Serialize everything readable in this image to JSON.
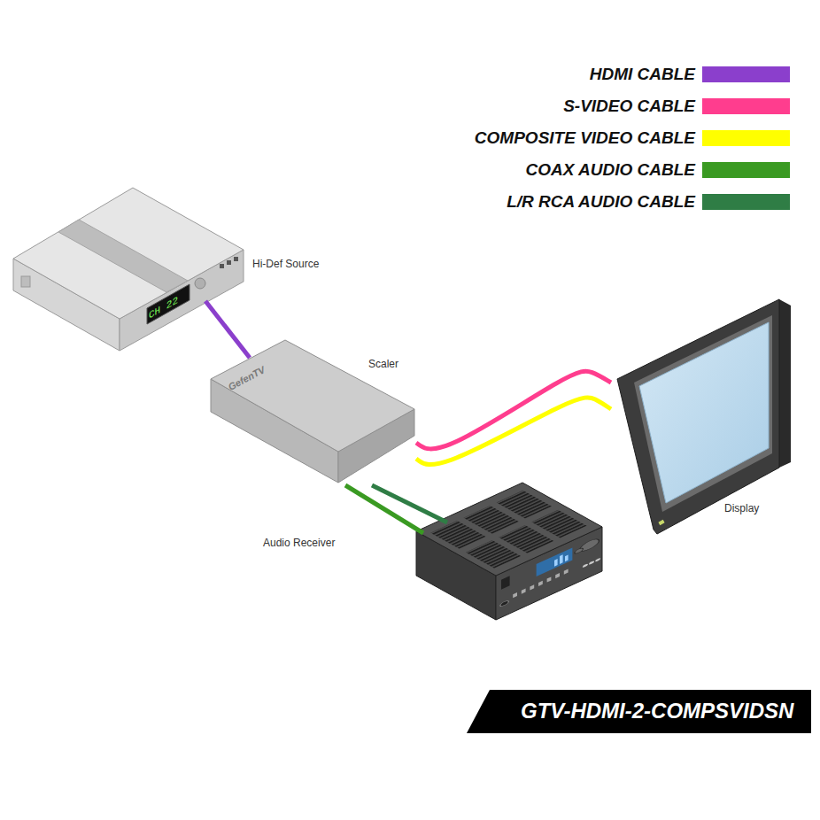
{
  "diagram": {
    "nodes": [
      {
        "text": [
          "Hi-Def Source",
          "CH 22"
        ]
      },
      {
        "text": [
          "Scaler",
          "GefenTV"
        ]
      },
      {
        "text": [
          "Audio Receiver"
        ]
      },
      {
        "text": [
          "Display"
        ]
      }
    ],
    "edges": [
      {
        "from": 0,
        "to": 1,
        "arrow": "none"
      },
      {
        "from": 1,
        "to": 3,
        "arrow": "none"
      },
      {
        "from": 1,
        "to": 3,
        "arrow": "none"
      },
      {
        "from": 1,
        "to": 2,
        "arrow": "none"
      },
      {
        "from": 1,
        "to": 2,
        "arrow": "none"
      }
    ],
    "labels": [
      "GTV-HDMI-2-COMPSVIDSN"
    ],
    "legend": [
      {
        "text": "HDMI CABLE",
        "color": "#8b3fcc"
      },
      {
        "text": "S-VIDEO CABLE",
        "color": "#ff3d8e"
      },
      {
        "text": "COMPOSITE VIDEO CABLE",
        "color": "#ffff00"
      },
      {
        "text": "COAX AUDIO CABLE",
        "color": "#3a9a22"
      },
      {
        "text": "L/R RCA AUDIO CABLE",
        "color": "#2f7d45"
      }
    ]
  }
}
